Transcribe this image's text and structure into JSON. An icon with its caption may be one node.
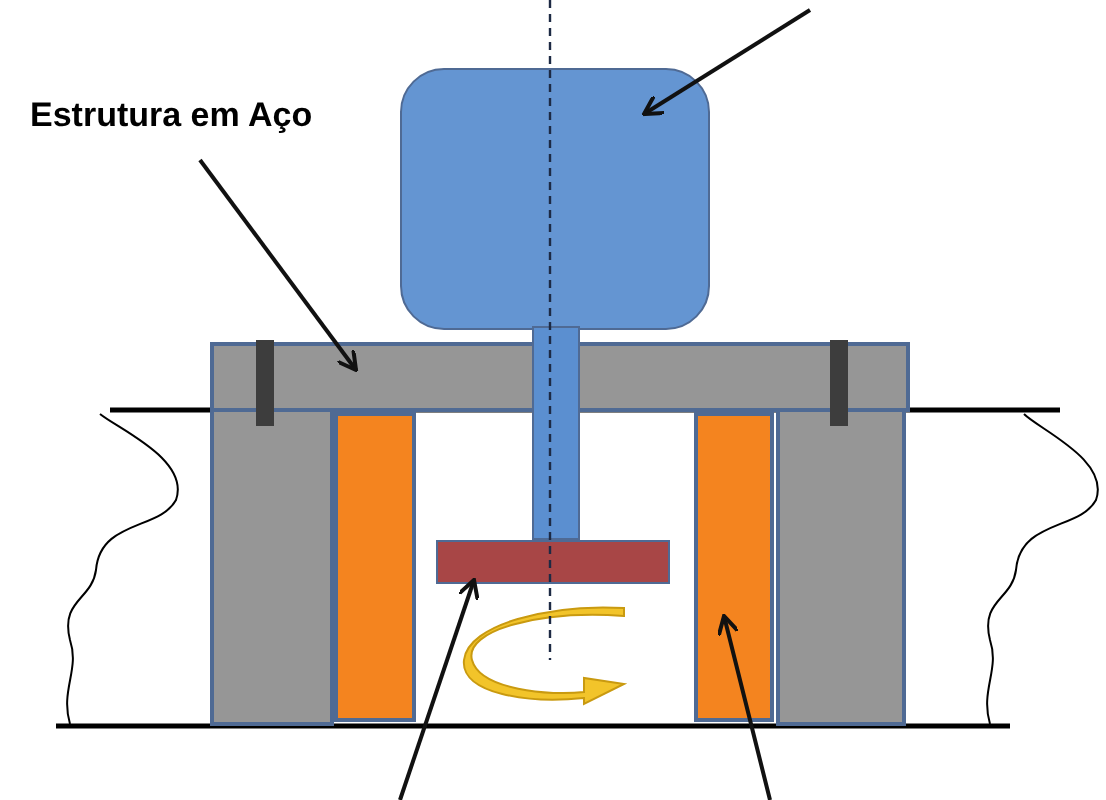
{
  "diagram": {
    "nodes": [
      {
        "text": [
          "Estrutura em Aço"
        ]
      },
      {
        "text": [],
        "shape": "bar"
      },
      {
        "text": [],
        "shape": "box"
      },
      {
        "text": [],
        "shape": "bar"
      },
      {
        "text": [],
        "shape": "bar"
      },
      {
        "text": [],
        "shape": "bar"
      },
      {
        "text": [],
        "shape": "bar"
      }
    ],
    "edges": [
      {
        "from": 0,
        "to": 1,
        "arrow": "to"
      },
      {
        "from": null,
        "to": 2,
        "arrow": "to"
      },
      {
        "from": null,
        "to": 3,
        "arrow": "to"
      },
      {
        "from": null,
        "to": 4,
        "arrow": "to"
      }
    ]
  }
}
